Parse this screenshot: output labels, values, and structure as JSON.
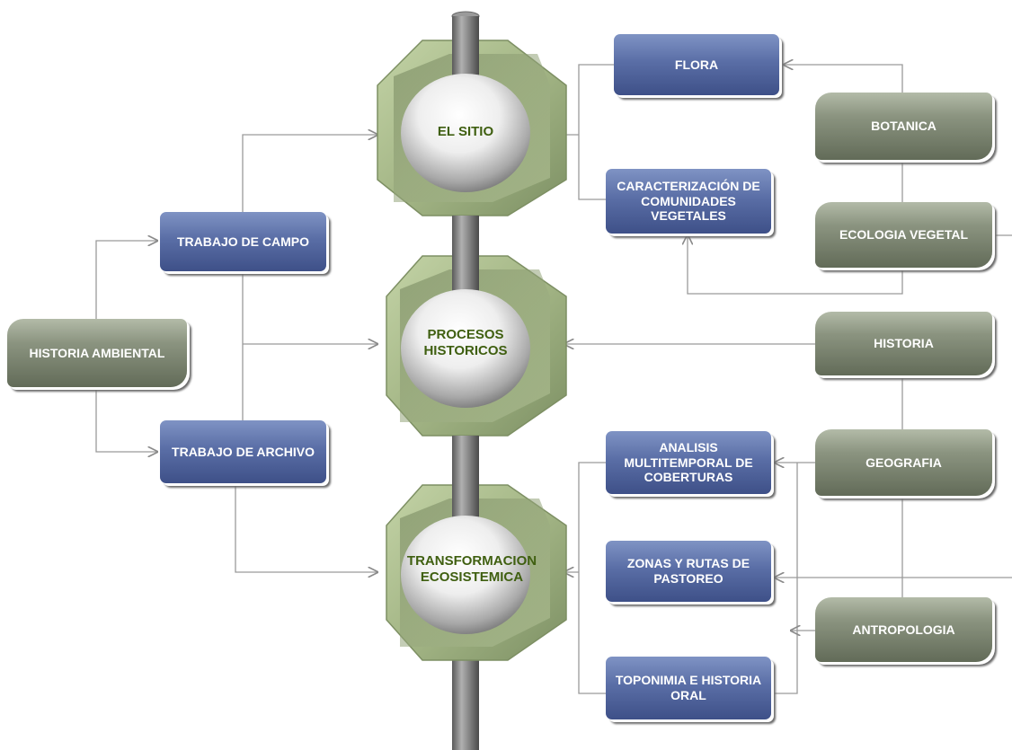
{
  "center": {
    "stages": [
      {
        "label": "EL SITIO"
      },
      {
        "label": "PROCESOS HISTORICOS"
      },
      {
        "label": "TRANSFORMACION ECOSISTEMICA"
      }
    ]
  },
  "left": {
    "root": "HISTORIA AMBIENTAL",
    "campo": "TRABAJO DE CAMPO",
    "archivo": "TRABAJO DE ARCHIVO"
  },
  "methods": {
    "flora": "FLORA",
    "caracterizacion": "CARACTERIZACIÓN DE COMUNIDADES VEGETALES",
    "analisis": "ANALISIS MULTITEMPORAL DE COBERTURAS",
    "zonas": "ZONAS Y RUTAS DE PASTOREO",
    "toponimia": "TOPONIMIA E HISTORIA ORAL"
  },
  "disciplines": {
    "botanica": "BOTANICA",
    "ecologia": "ECOLOGIA VEGETAL",
    "historia": "HISTORIA",
    "geografia": "GEOGRAFIA",
    "antropologia": "ANTROPOLOGIA"
  },
  "colors": {
    "blue_box": "#4f63a0",
    "green_box": "#7a846f",
    "hexagon": "#a7b98a",
    "label_green": "#3f5f10",
    "connector": "#9a9a9a"
  }
}
